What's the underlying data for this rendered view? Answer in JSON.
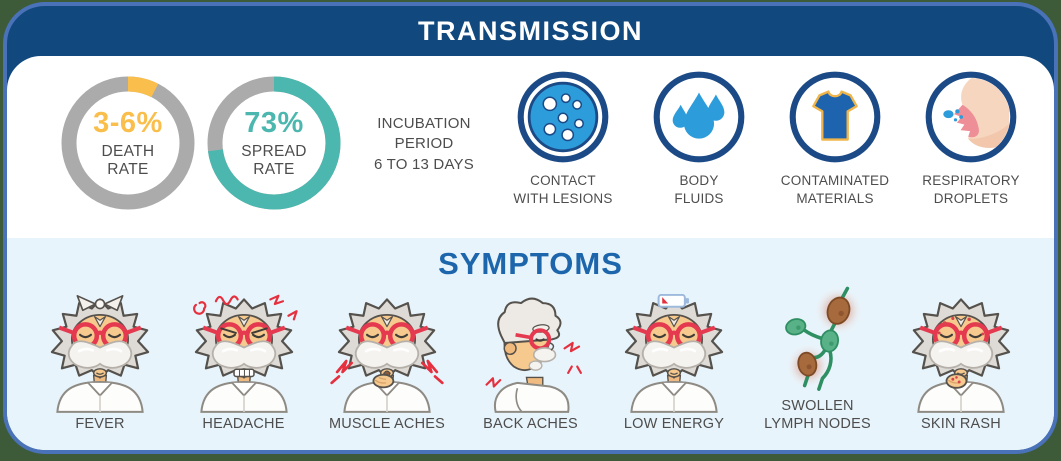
{
  "header": {
    "title": "TRANSMISSION"
  },
  "stats": {
    "death_rate": {
      "value": "3-6%",
      "label": "DEATH\nRATE",
      "arc_percent": 7.5,
      "color": "#F9BE4B",
      "track_color": "#ACABAB"
    },
    "spread_rate": {
      "value": "73%",
      "label": "SPREAD\nRATE",
      "arc_percent": 73,
      "color": "#4BB7AE",
      "track_color": "#ACABAB"
    }
  },
  "incubation": {
    "text": "INCUBATION\nPERIOD\n6 TO 13 DAYS"
  },
  "transmission_modes": [
    {
      "icon": "lesions-icon",
      "label": "CONTACT\nWITH LESIONS"
    },
    {
      "icon": "body-fluids-icon",
      "label": "BODY\nFLUIDS"
    },
    {
      "icon": "contaminated-shirt-icon",
      "label": "CONTAMINATED\nMATERIALS"
    },
    {
      "icon": "respiratory-droplets-icon",
      "label": "RESPIRATORY\nDROPLETS"
    }
  ],
  "symptoms_section": {
    "title": "SYMPTOMS"
  },
  "symptoms": [
    {
      "icon": "fever-monkey-icon",
      "label": "FEVER"
    },
    {
      "icon": "headache-monkey-icon",
      "label": "HEADACHE"
    },
    {
      "icon": "muscle-aches-monkey-icon",
      "label": "MUSCLE ACHES"
    },
    {
      "icon": "back-aches-monkey-icon",
      "label": "BACK ACHES"
    },
    {
      "icon": "low-energy-monkey-icon",
      "label": "LOW ENERGY"
    },
    {
      "icon": "swollen-lymph-nodes-icon",
      "label": "SWOLLEN\nLYMPH NODES"
    },
    {
      "icon": "skin-rash-monkey-icon",
      "label": "SKIN RASH"
    }
  ],
  "colors": {
    "outer_background": "#3D5B39",
    "card_border": "#4A72B8",
    "header_navy": "#11497F",
    "symptoms_background": "#E8F4FB",
    "symptoms_title_blue": "#1D66AC",
    "icon_navy": "#1B4A86",
    "icon_blue": "#2D9CDB",
    "donut_yellow": "#F9BE4B",
    "donut_teal": "#4BB7AE",
    "donut_gray": "#ACABAB",
    "pain_red": "#E4303F",
    "text_gray": "#4D4D4D"
  }
}
